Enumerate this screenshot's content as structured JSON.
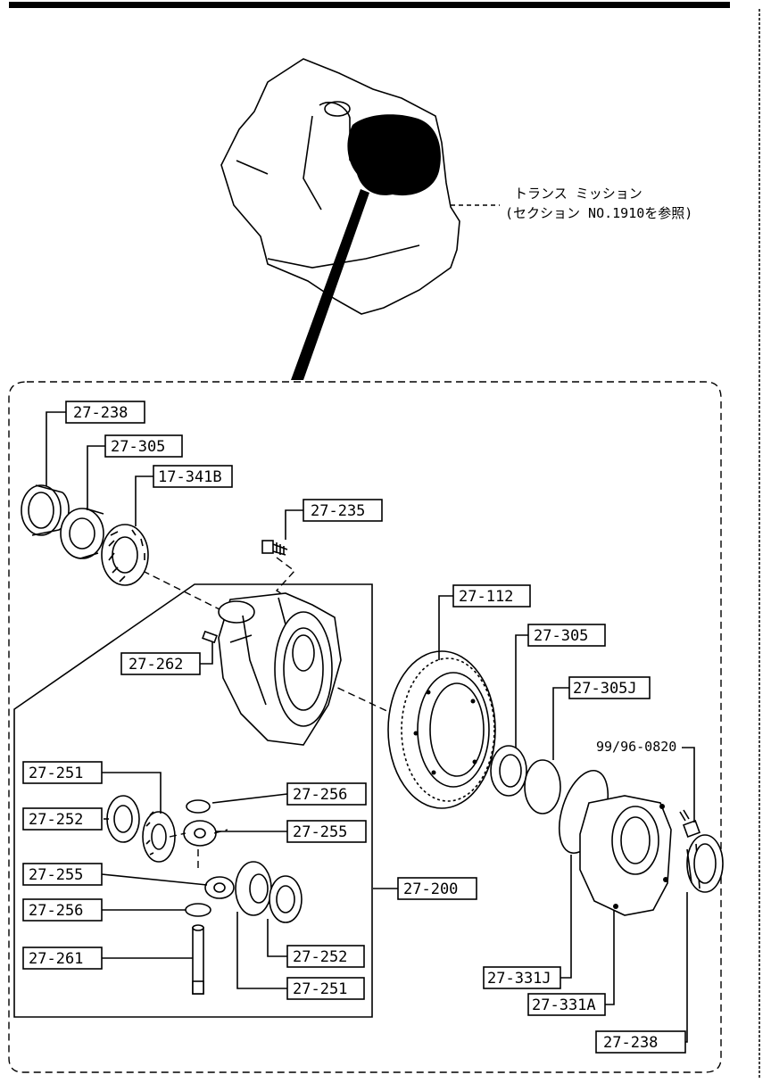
{
  "header": {
    "transmission_note_line1": "トランス ミッション",
    "transmission_note_line2": "(セクション NO.1910を参照)"
  },
  "parts": {
    "p_27_238_top": "27-238",
    "p_27_305_top": "27-305",
    "p_17_341B": "17-341B",
    "p_27_235": "27-235",
    "p_27_262": "27-262",
    "p_27_112": "27-112",
    "p_27_305_mid": "27-305",
    "p_27_305J": "27-305J",
    "p_99_96_0820": "99/96-0820",
    "p_27_251_left": "27-251",
    "p_27_256_right": "27-256",
    "p_27_252_left": "27-252",
    "p_27_255_right": "27-255",
    "p_27_255_left": "27-255",
    "p_27_200": "27-200",
    "p_27_256_left": "27-256",
    "p_27_261": "27-261",
    "p_27_252_right": "27-252",
    "p_27_251_right": "27-251",
    "p_27_331J": "27-331J",
    "p_27_331A": "27-331A",
    "p_27_238_bottom": "27-238"
  },
  "colors": {
    "ink": "#000000",
    "paper": "#ffffff"
  }
}
